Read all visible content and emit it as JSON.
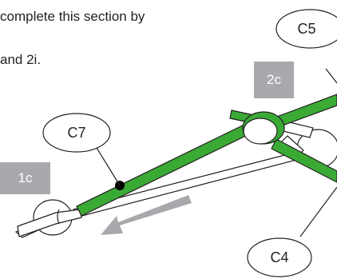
{
  "document": {
    "line1": "complete this section by",
    "line2": "and 2i."
  },
  "step_labels": {
    "step_2c": "2c",
    "step_1c": "1c"
  },
  "callouts": {
    "c5": "C5",
    "c7": "C7",
    "c4": "C4"
  },
  "colors": {
    "highlight_green": "#3aaa35",
    "step_label_gray": "#a7a9ac",
    "arrow_gray": "#a7a9ac",
    "outline": "#231f20"
  }
}
